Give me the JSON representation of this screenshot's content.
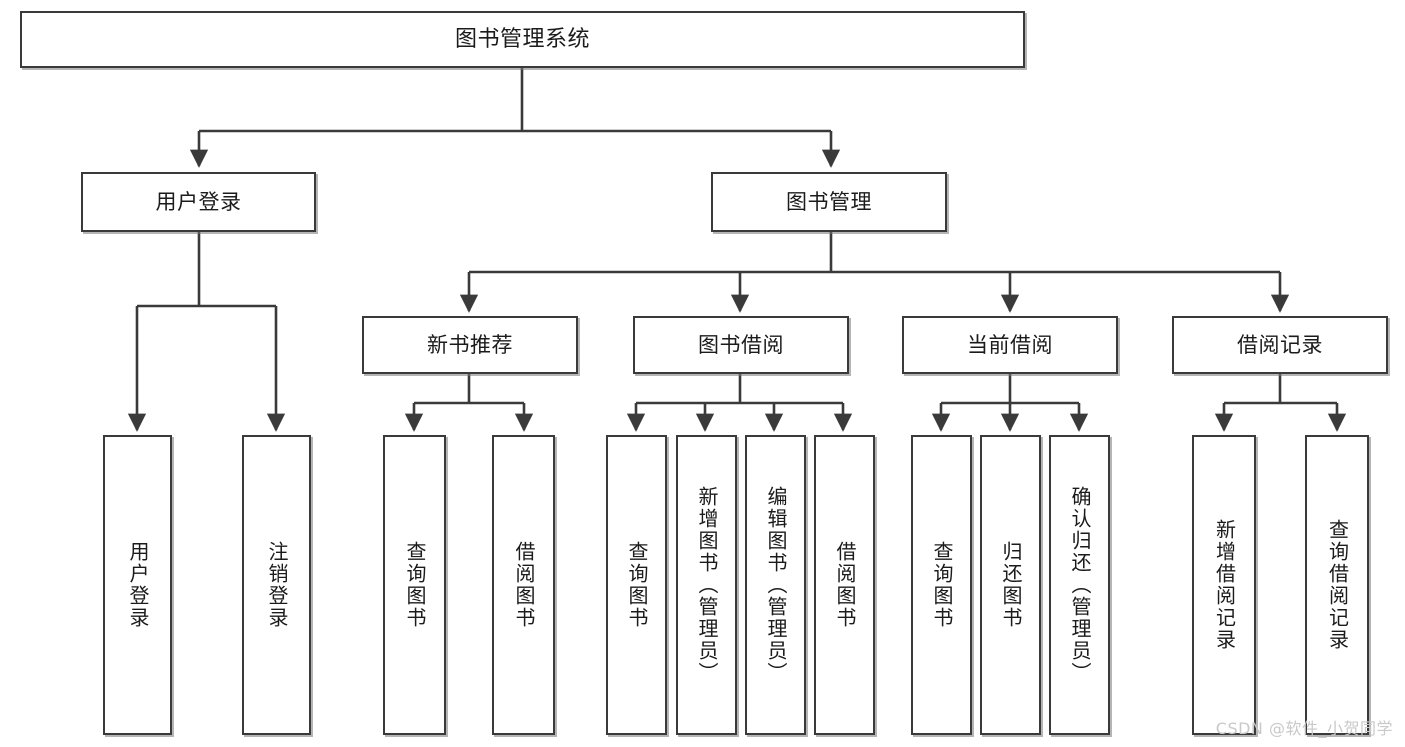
{
  "diagram": {
    "title": "图书管理系统",
    "watermark": "CSDN @软件_小贺同学",
    "stroke_color": "#3a3a3a",
    "text_color": "#1b1b1b",
    "background_color": "#ffffff",
    "watermark_color": "#c9c9c9"
  },
  "root": {
    "label": "图书管理系统"
  },
  "level2": [
    {
      "label": "用户登录"
    },
    {
      "label": "图书管理"
    }
  ],
  "level3": [
    {
      "label": "新书推荐"
    },
    {
      "label": "图书借阅"
    },
    {
      "label": "当前借阅"
    },
    {
      "label": "借阅记录"
    }
  ],
  "leaves": {
    "user_login": [
      {
        "label": "用户登录"
      },
      {
        "label": "注销登录"
      }
    ],
    "new_book": [
      {
        "label": "查询图书"
      },
      {
        "label": "借阅图书"
      }
    ],
    "book_borrow": [
      {
        "label": "查询图书"
      },
      {
        "label": "新增图书（管理员）"
      },
      {
        "label": "编辑图书（管理员）"
      },
      {
        "label": "借阅图书"
      }
    ],
    "current_borrow": [
      {
        "label": "查询图书"
      },
      {
        "label": "归还图书"
      },
      {
        "label": "确认归还（管理员）"
      }
    ],
    "borrow_record": [
      {
        "label": "新增借阅记录"
      },
      {
        "label": "查询借阅记录"
      }
    ]
  }
}
